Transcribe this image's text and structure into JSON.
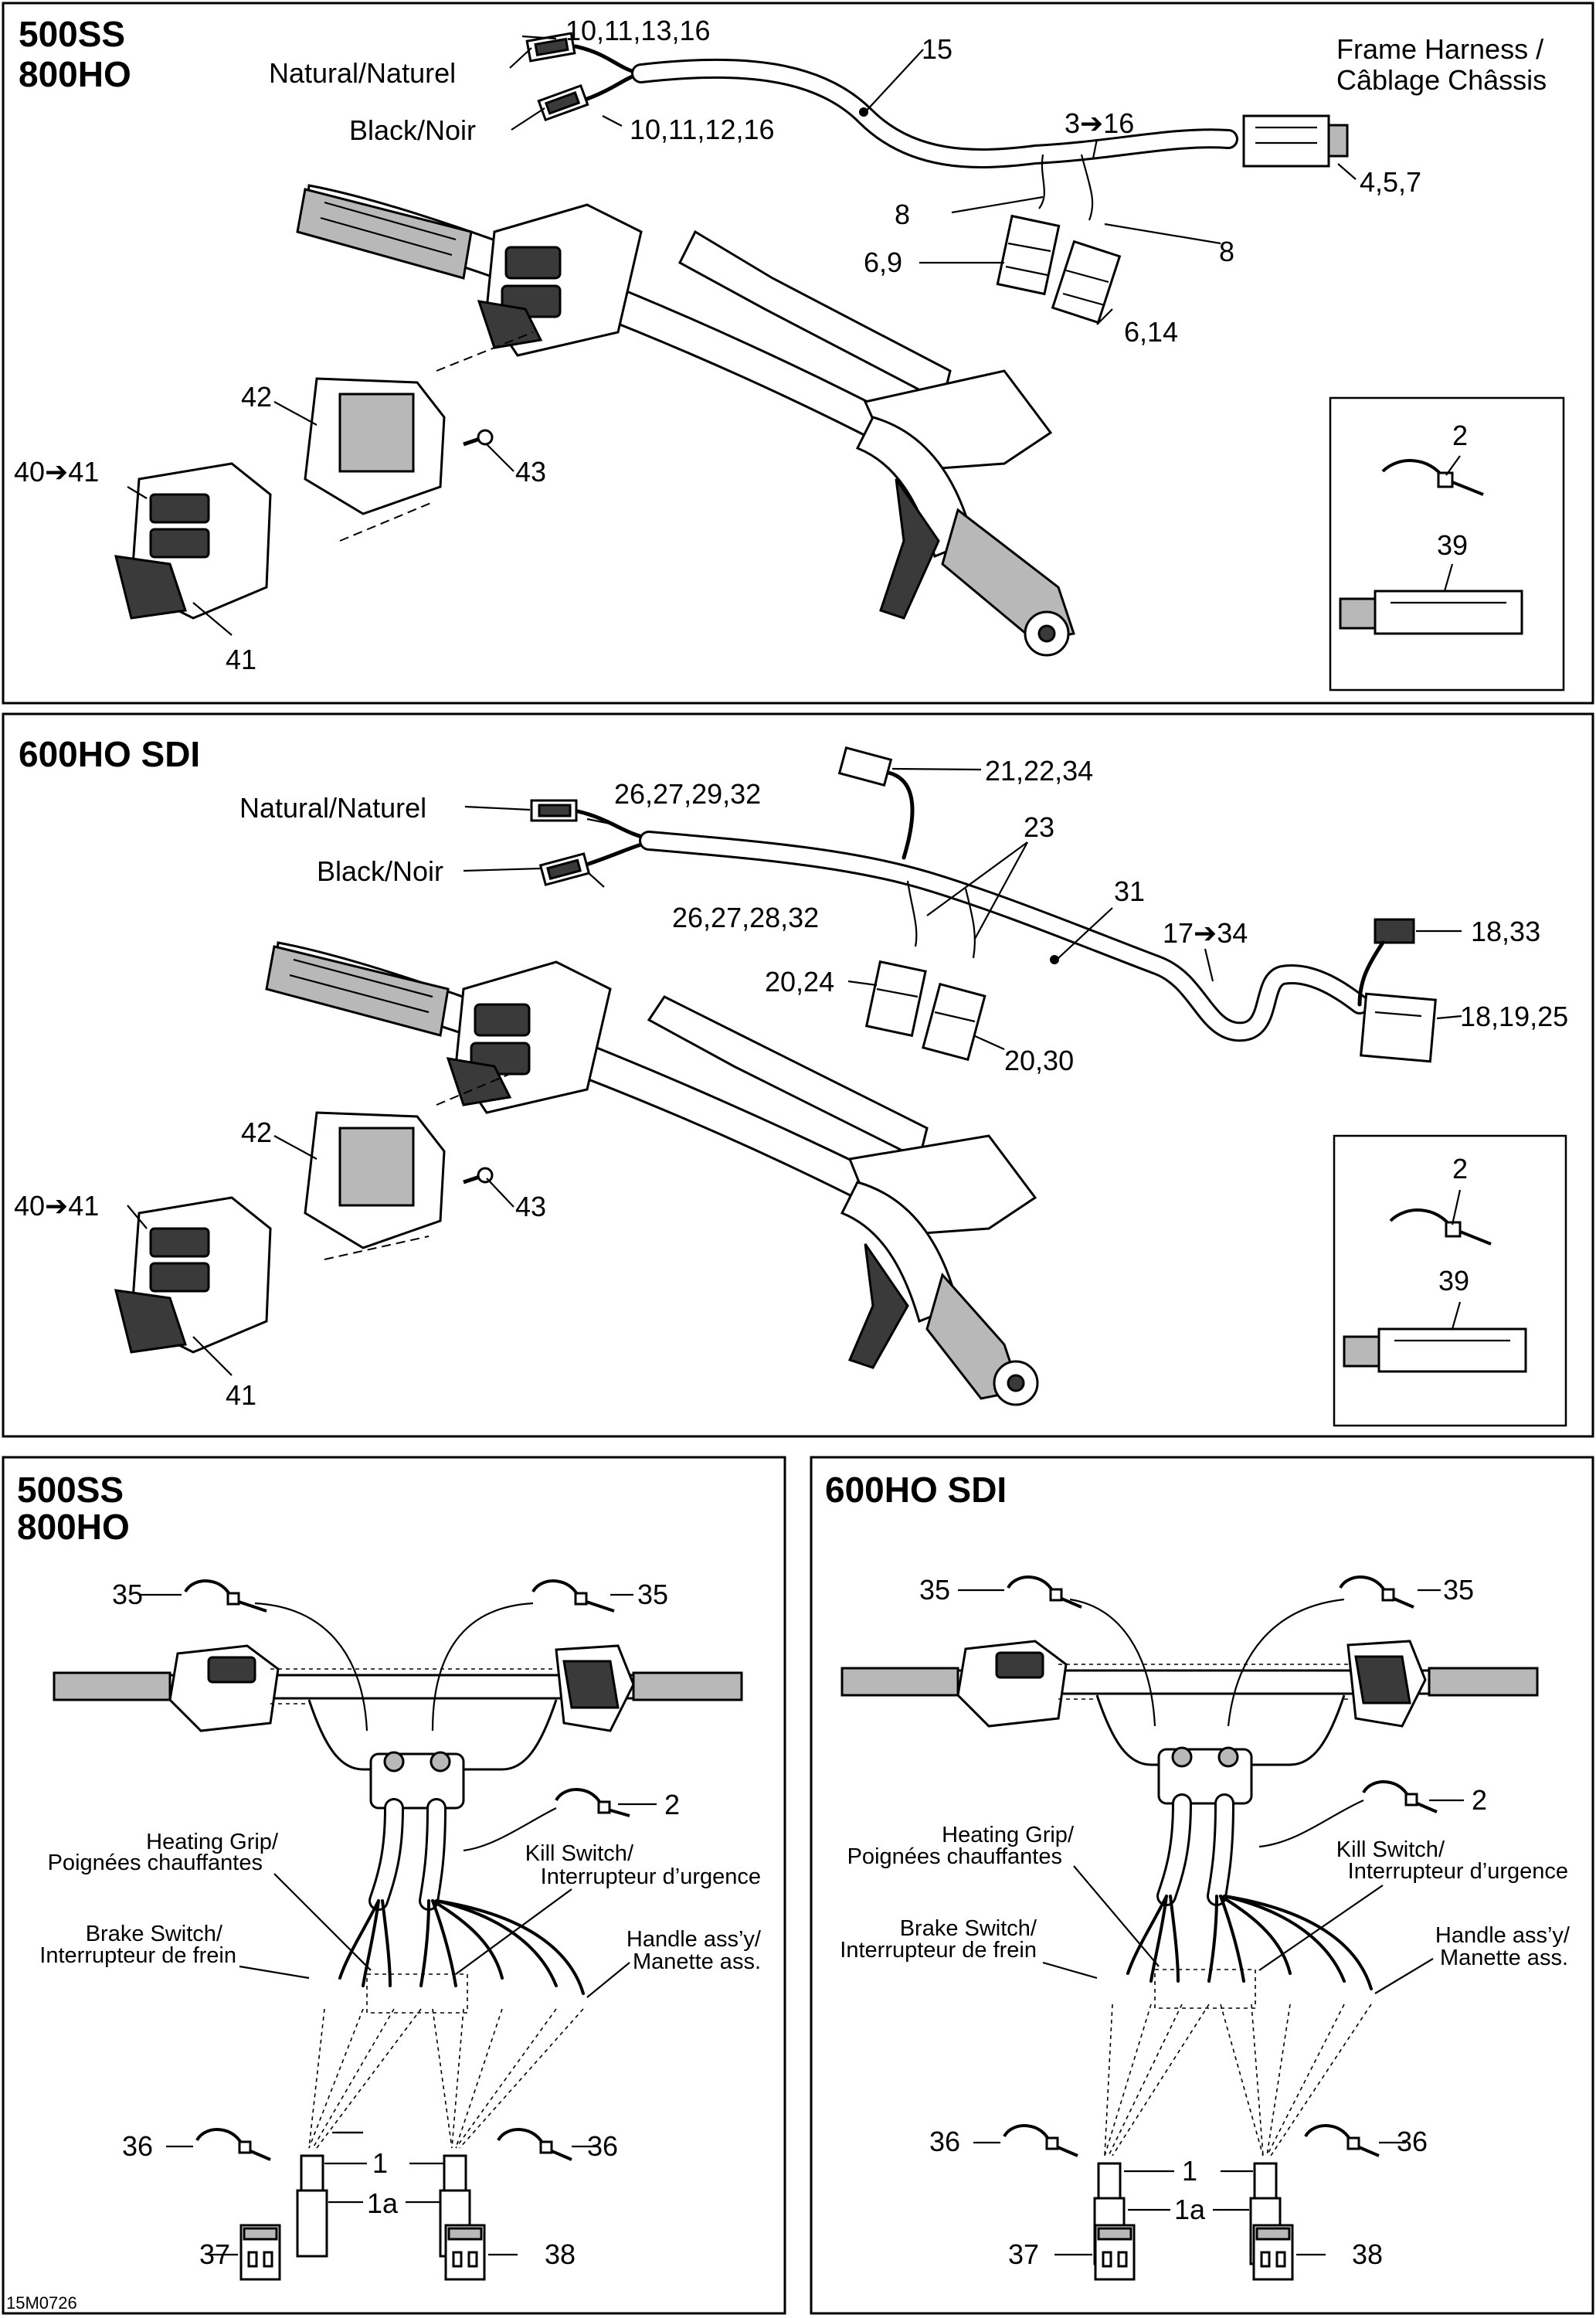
{
  "footer_code": "15M0726",
  "panel1": {
    "title_line1": "500SS",
    "title_line2": "800HO",
    "natural": "Natural/Naturel",
    "black": "Black/Noir",
    "frame_harness_line1": "Frame Harness /",
    "frame_harness_line2": "Câblage Châssis",
    "callouts": [
      "10,11,13,16",
      "10,11,12,16",
      "15",
      "3➔16",
      "4,5,7",
      "8",
      "8",
      "6,9",
      "6,14",
      "42",
      "40➔41",
      "43",
      "41",
      "2",
      "39"
    ]
  },
  "panel2": {
    "title": "600HO SDI",
    "natural": "Natural/Naturel",
    "black": "Black/Noir",
    "callouts": [
      "26,27,29,32",
      "26,27,28,32",
      "21,22,34",
      "23",
      "31",
      "17➔34",
      "18,33",
      "18,19,25",
      "20,24",
      "20,30",
      "42",
      "40➔41",
      "43",
      "41",
      "2",
      "39"
    ]
  },
  "panel3": {
    "title_line1": "500SS",
    "title_line2": "800HO",
    "heating_grip_line1": "Heating Grip/",
    "heating_grip_line2": "Poignées chauffantes",
    "kill_switch_line1": "Kill Switch/",
    "kill_switch_line2": "Interrupteur d’urgence",
    "brake_switch_line1": "Brake Switch/",
    "brake_switch_line2": "Interrupteur de frein",
    "handle_line1": "Handle ass’y/",
    "handle_line2": "Manette ass.",
    "callouts": [
      "35",
      "35",
      "2",
      "1",
      "1a",
      "36",
      "36",
      "37",
      "38"
    ]
  },
  "panel4": {
    "title": "600HO SDI",
    "heating_grip_line1": "Heating Grip/",
    "heating_grip_line2": "Poignées chauffantes",
    "kill_switch_line1": "Kill Switch/",
    "kill_switch_line2": "Interrupteur d’urgence",
    "brake_switch_line1": "Brake Switch/",
    "brake_switch_line2": "Interrupteur de frein",
    "handle_line1": "Handle ass’y/",
    "handle_line2": "Manette ass.",
    "callouts": [
      "35",
      "35",
      "2",
      "1",
      "1a",
      "36",
      "36",
      "37",
      "38"
    ]
  }
}
